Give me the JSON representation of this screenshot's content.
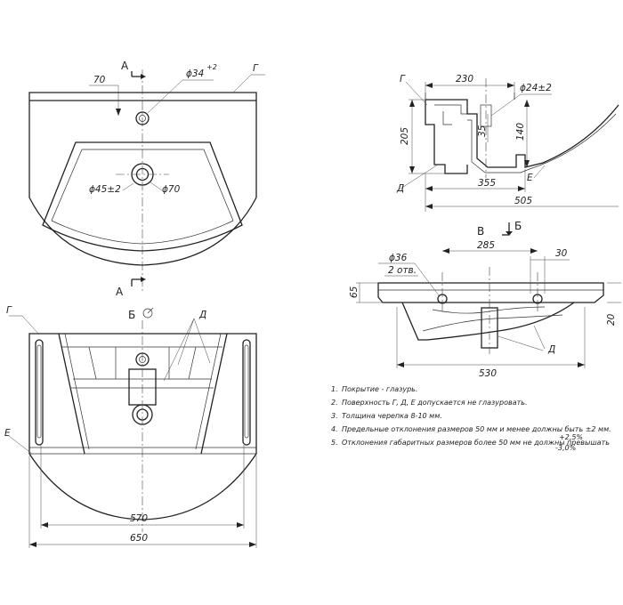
{
  "labels": {
    "section_a": "А",
    "section_b": "Б",
    "section_v": "В",
    "g": "Г",
    "d": "Д",
    "e": "Е",
    "b_view": "Б"
  },
  "top_view": {
    "dim_70": "70",
    "dim_hole": "ϕ34",
    "dim_hole_tol": "+2",
    "dim_drain": "ϕ45±2",
    "dim_drain_outer": "ϕ70"
  },
  "side_section": {
    "dim_230": "230",
    "dim_24": "ϕ24±2",
    "dim_205": "205",
    "dim_35": "35",
    "dim_140": "140",
    "dim_355": "355",
    "dim_505": "505"
  },
  "rear_view": {
    "dim_285": "285",
    "dim_36": "ϕ36",
    "dim_2holes": "2 отв.",
    "dim_30": "30",
    "dim_65": "65",
    "dim_20": "20",
    "dim_530": "530"
  },
  "bottom_view": {
    "dim_570": "570",
    "dim_650": "650"
  },
  "notes": [
    {
      "num": "1.",
      "text": "Покрытие - глазурь."
    },
    {
      "num": "2.",
      "text": "Поверхность Г, Д, Е допускается не глазуровать."
    },
    {
      "num": "3.",
      "text": "Толщина черепка 8-10 мм."
    },
    {
      "num": "4.",
      "text": "Предельные отклонения размеров 50 мм и менее должны быть ±2  мм."
    },
    {
      "num": "5.",
      "text": "Отклонения габаритных размеров более 50 мм не должны превышать"
    }
  ],
  "note5_tol_plus": "+2,5%",
  "note5_tol_minus": "-3,0%"
}
